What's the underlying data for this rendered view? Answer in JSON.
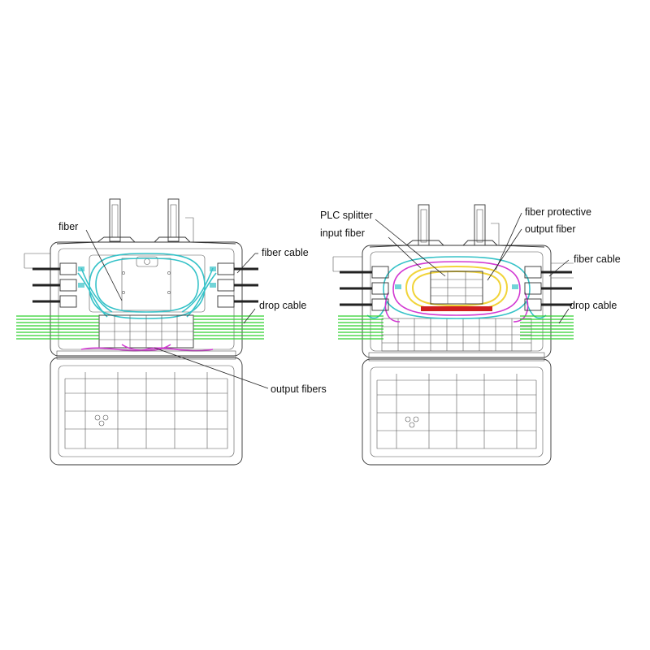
{
  "colors": {
    "cyan_fiber": "#36c2c8",
    "magenta_fiber": "#d23ad2",
    "yellow_fiber": "#f1d43a",
    "green_drop": "#2fd12f",
    "red_splitter": "#d02020",
    "outline": "#333333"
  },
  "left_box": {
    "labels": {
      "fiber": "fiber",
      "fiber_cable": "fiber cable",
      "drop_cable": "drop cable",
      "output_fibers": "output fibers"
    }
  },
  "right_box": {
    "labels": {
      "plc_splitter": "PLC splitter",
      "input_fiber": "input fiber",
      "fiber_protective": "fiber protective",
      "output_fiber": "output fiber",
      "fiber_cable": "fiber cable",
      "drop_cable": "drop cable"
    }
  }
}
